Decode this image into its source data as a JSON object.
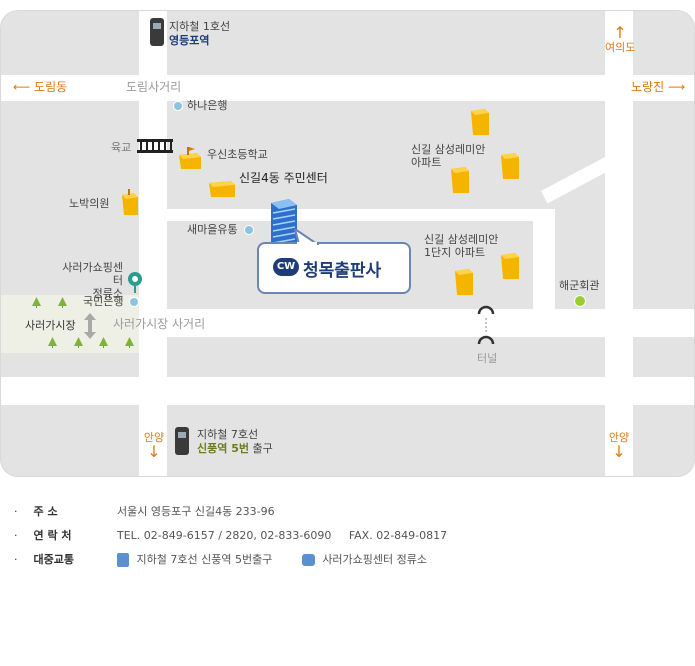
{
  "map": {
    "subway_top": {
      "line": "지하철 1호선",
      "station": "영등포역"
    },
    "subway_bottom": {
      "line": "지하철 7호선",
      "station": "신풍역 5번",
      "exit": "출구"
    },
    "dir_left": "도림동",
    "dir_right": "노량진",
    "dir_top_right": "여의도",
    "dir_bottom_left": "안양",
    "dir_bottom_right": "안양",
    "intersection_top": "도림사거리",
    "intersection_mid": "사러가시장 사거리",
    "market": "사러가시장",
    "tunnel": "터널",
    "bridge": "육교",
    "hana_bank": "하나은행",
    "school": "우신초등학교",
    "center": "신길4동 주민센터",
    "elderly": "노박의원",
    "post": "새마을유통",
    "bus_stop": "사러가쇼핑센터\n정류소",
    "kb_bank": "국민은행",
    "apt1": "신길 삼성레미안\n아파트",
    "apt2": "신길 삼성레미안\n1단지 아파트",
    "navy_hall": "해군회관",
    "company_logo": "CW",
    "company_name": "청목출판사"
  },
  "info": {
    "address_label": "주   소",
    "address": "서울시 영등포구 신길4동 233-96",
    "contact_label": "연 락 처",
    "tel": "TEL. 02-849-6157 / 2820, 02-833-6090",
    "fax": "FAX. 02-849-0817",
    "transit_label": "대중교통",
    "subway": "지하철 7호선 신풍역 5번출구",
    "bus": "사러가쇼핑센터 정류소"
  },
  "colors": {
    "map_bg": "#e3e3e3",
    "road": "#ffffff",
    "accent_orange": "#e07a10",
    "building": "#f5b400",
    "navy": "#1e3c78"
  }
}
